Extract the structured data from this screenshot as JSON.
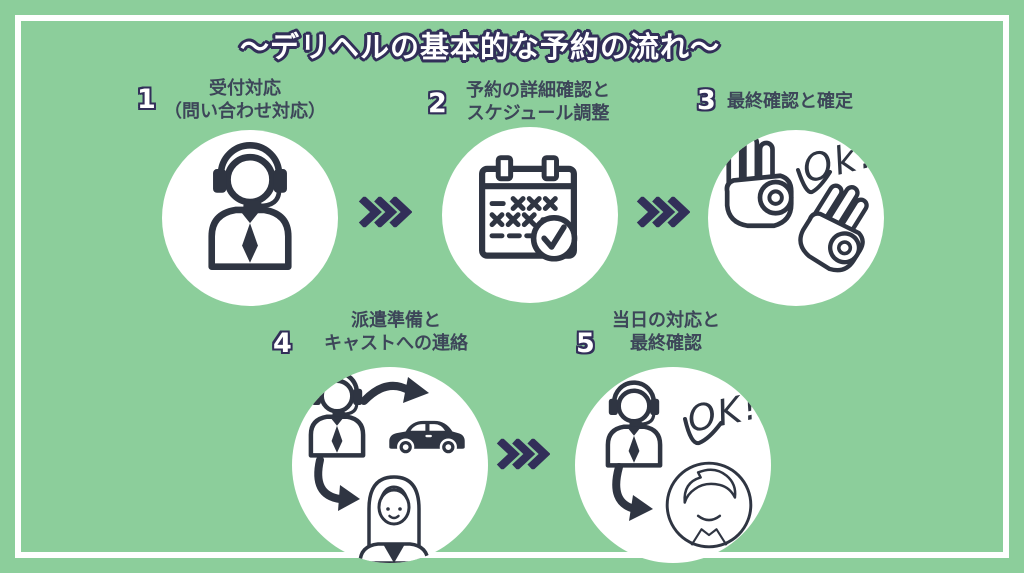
{
  "title": "～デリヘルの基本的な予約の流れ～",
  "colors": {
    "background": "#8CCE9B",
    "frame": "#FFFFFF",
    "title_fill": "#FFFFFF",
    "title_outline": "#322F59",
    "label_text": "#3D4659",
    "icon_ink": "#2F3542",
    "chevron": "#322F59",
    "circle_fill": "#FFFFFF"
  },
  "steps": [
    {
      "number": "1",
      "label_lines": [
        "受付対応",
        "（問い合わせ対応）"
      ],
      "icon": "support-operator-icon"
    },
    {
      "number": "2",
      "label_lines": [
        "予約の詳細確認と",
        "スケジュール調整"
      ],
      "icon": "calendar-check-icon"
    },
    {
      "number": "3",
      "label_lines": [
        "最終確認と確定"
      ],
      "icon": "ok-hands-icon",
      "icon_text": "Ok!"
    },
    {
      "number": "4",
      "label_lines": [
        "派遣準備と",
        "キャストへの連絡"
      ],
      "icon": "operator-dispatch-car-cast-icon"
    },
    {
      "number": "5",
      "label_lines": [
        "当日の対応と",
        "最終確認"
      ],
      "icon": "operator-ok-customer-icon",
      "icon_text": "OK!"
    }
  ],
  "connectors": {
    "icon": "triple-chevron-icon",
    "count": 3
  }
}
